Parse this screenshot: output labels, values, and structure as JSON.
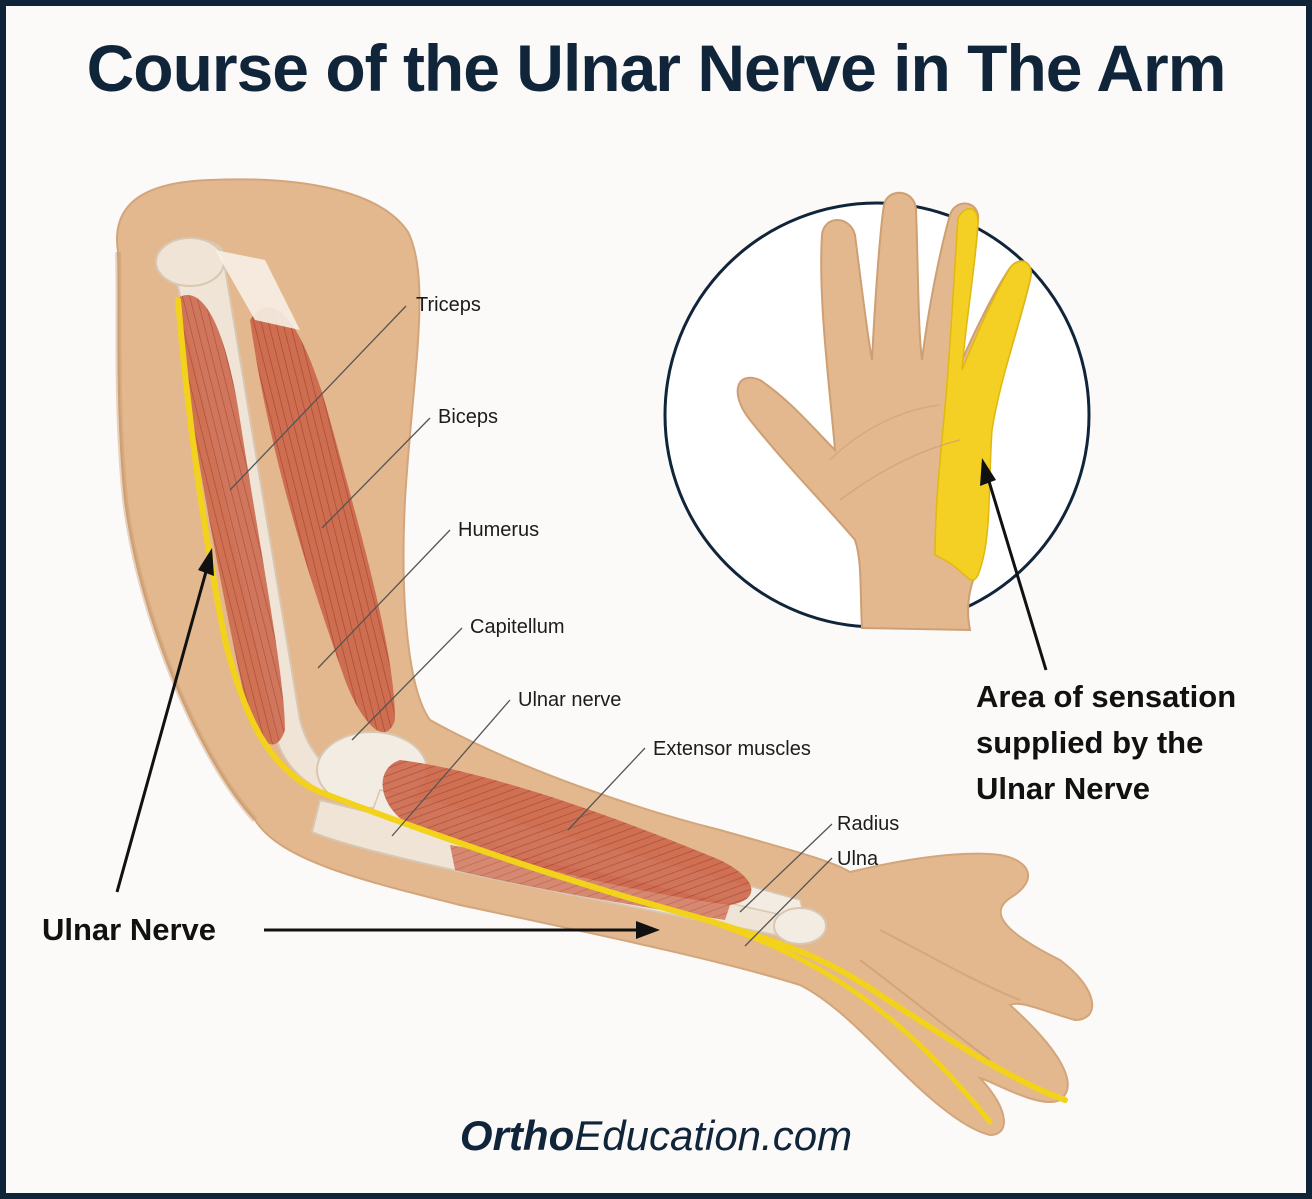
{
  "title": "Course of the Ulnar Nerve in The Arm",
  "labels": {
    "triceps": "Triceps",
    "biceps": "Biceps",
    "humerus": "Humerus",
    "capitellum": "Capitellum",
    "ulnar_nerve_small": "Ulnar nerve",
    "extensor": "Extensor muscles",
    "radius": "Radius",
    "ulna": "Ulna"
  },
  "callout_ulnar": "Ulnar Nerve",
  "sensation": {
    "line1": "Area of sensation",
    "line2": "supplied by the",
    "line3": "Ulnar Nerve"
  },
  "brand": {
    "part1": "Ortho",
    "part2": "Education.com"
  },
  "colors": {
    "frame": "#0f2438",
    "skin": "#e3b88f",
    "muscle": "#c9614a",
    "bone": "#f1e6d9",
    "nerve": "#f2d21b"
  }
}
